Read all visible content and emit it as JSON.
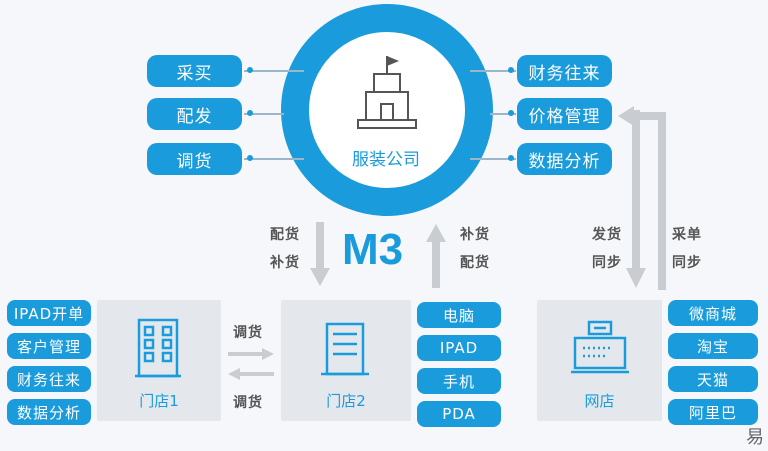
{
  "company": {
    "label": "服装公司",
    "left_items": [
      "采买",
      "配发",
      "调货"
    ],
    "right_items": [
      "财务往来",
      "价格管理",
      "数据分析"
    ]
  },
  "system": {
    "name": "M3",
    "down_labels": [
      "配货",
      "补货"
    ],
    "up_labels": [
      "补货",
      "配货"
    ],
    "online_down_labels": [
      "发货",
      "同步"
    ],
    "online_up_labels": [
      "采单",
      "同步"
    ]
  },
  "store1": {
    "label": "门店1",
    "functions": [
      "IPAD开单",
      "客户管理",
      "财务往来",
      "数据分析"
    ]
  },
  "transfer": {
    "top_label": "调货",
    "bottom_label": "调货"
  },
  "store2": {
    "label": "门店2",
    "devices": [
      "电脑",
      "IPAD",
      "手机",
      "PDA"
    ]
  },
  "online_store": {
    "label": "网店",
    "channels": [
      "微商城",
      "淘宝",
      "天猫",
      "阿里巴"
    ]
  },
  "watermark": "易",
  "colors": {
    "accent": "#1a9bdb",
    "panel": "#e4e8ec",
    "arrow": "#c9cdd2"
  }
}
